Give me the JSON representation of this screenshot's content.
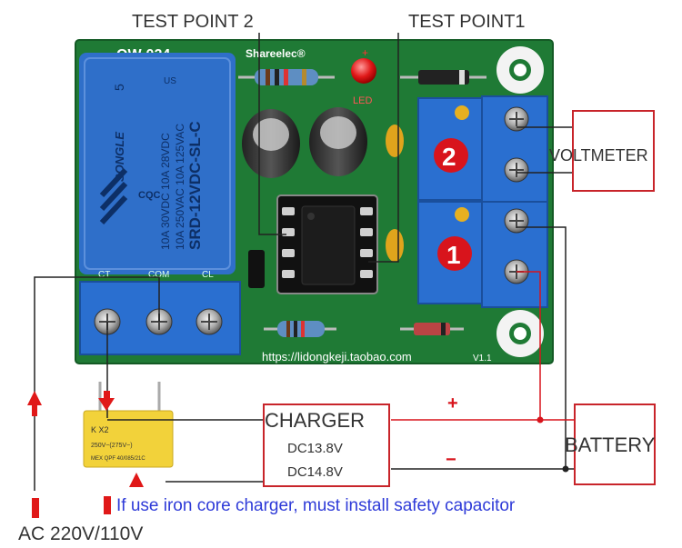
{
  "labels": {
    "test_point_2": "TEST POINT 2",
    "test_point_1": "TEST POINT1",
    "voltmeter": "VOLTMETER",
    "charger": "CHARGER",
    "charger_v1": "DC13.8V",
    "charger_v2": "DC14.8V",
    "battery": "BATTERY",
    "plus": "+",
    "minus": "−",
    "warning": "If use iron core charger, must install safety capacitor",
    "ac": "AC 220V/110V"
  },
  "board": {
    "model": "QW-024",
    "brand": "Shareelec®",
    "url": "https://lidongkeji.taobao.com",
    "version": "V1.1",
    "led": "LED",
    "marker_1": "1",
    "marker_2": "2",
    "terminal_labels": [
      "CT",
      "COM",
      "CL"
    ]
  },
  "relay": {
    "number": "5",
    "brand": "SONGLE",
    "us": "US",
    "cqc": "CQC",
    "line1": "10A 250VAC  10A 125VAC",
    "line2": "10A 30VDC   10A 28VDC",
    "model": "SRD-12VDC-SL-C"
  },
  "capacitor": {
    "line1": "K  X2",
    "line2": "250V~(275V~)",
    "line3": "MEX QPF 40/085/21C"
  },
  "colors": {
    "board_green": "#1f7a35",
    "relay_blue": "#2f6fc9",
    "terminal_blue": "#2a6fd0",
    "marker_red": "#d8141c",
    "wire": "#222222",
    "red_wire": "#d8141c",
    "box_red": "#c8242a",
    "cap_yellow": "#f2d23a"
  }
}
